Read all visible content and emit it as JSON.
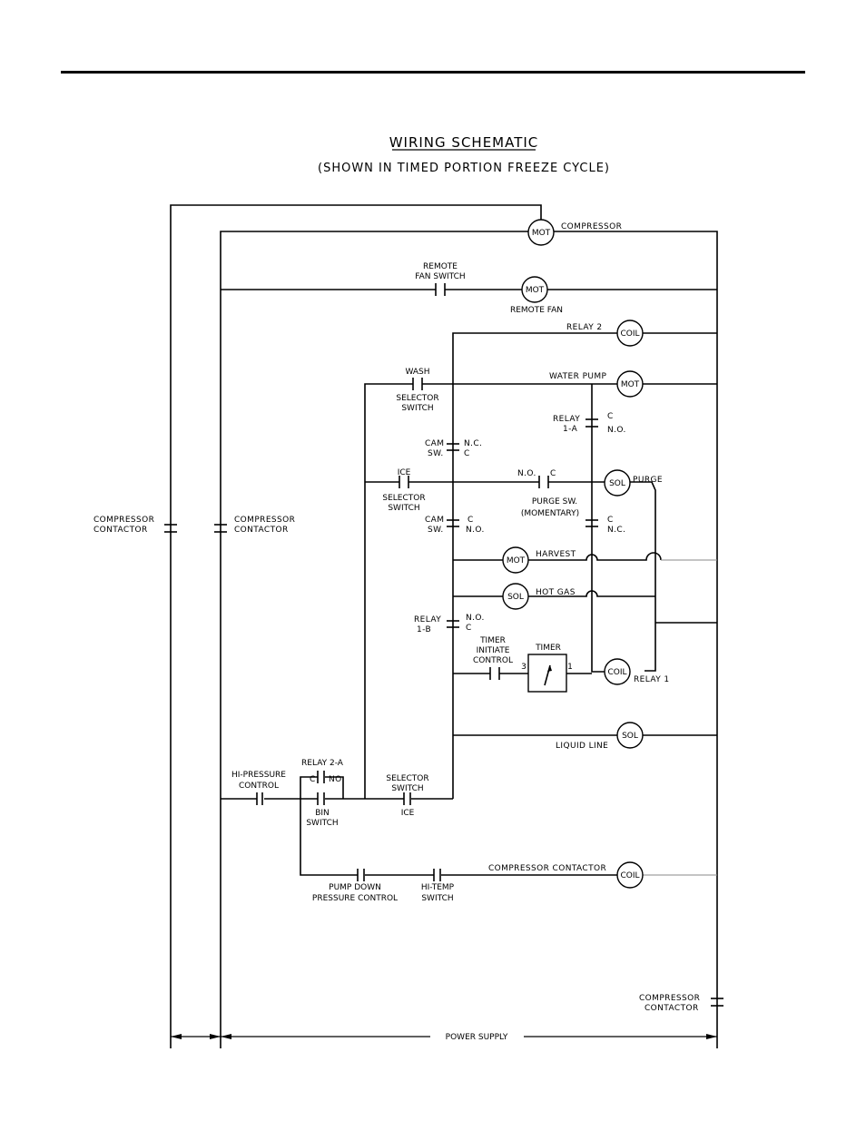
{
  "title": "WIRING SCHEMATIC",
  "subtitle": "(SHOWN IN TIMED PORTION FREEZE CYCLE)",
  "labels": {
    "compressor": "COMPRESSOR",
    "remote_fan_switch_1": "REMOTE",
    "remote_fan_switch_2": "FAN SWITCH",
    "remote_fan": "REMOTE FAN",
    "relay_2": "RELAY 2",
    "wash": "WASH",
    "selector": "SELECTOR",
    "switch": "SWITCH",
    "water_pump": "WATER PUMP",
    "relay": "RELAY",
    "relay_1a": "1-A",
    "relay_1b": "1-B",
    "c": "C",
    "no": "N.O.",
    "nc": "N.C.",
    "no_nodot": "NO",
    "cam": "CAM",
    "sw": "SW.",
    "ice": "ICE",
    "purge": "PURGE",
    "purge_sw": "PURGE SW.",
    "momentary": "(MOMENTARY)",
    "compressor_contactor_1": "COMPRESSOR",
    "compressor_contactor_2": "CONTACTOR",
    "harvest": "HARVEST",
    "hot_gas": "HOT GAS",
    "timer_initiate_1": "TIMER",
    "timer_initiate_2": "INITIATE",
    "timer_initiate_3": "CONTROL",
    "timer": "TIMER",
    "timer_term_3": "3",
    "timer_term_1": "1",
    "relay_1": "RELAY 1",
    "liquid_line": "LIQUID LINE",
    "relay_2a": "RELAY 2-A",
    "hi_pressure": "HI-PRESSURE",
    "control": "CONTROL",
    "bin": "BIN",
    "pump_down": "PUMP DOWN",
    "pressure_control": "PRESSURE CONTROL",
    "hi_temp": "HI-TEMP",
    "compressor_contactor_full": "COMPRESSOR CONTACTOR",
    "power_supply": "POWER SUPPLY"
  },
  "devices": {
    "mot": "MOT",
    "coil": "COIL",
    "sol": "SOL"
  }
}
